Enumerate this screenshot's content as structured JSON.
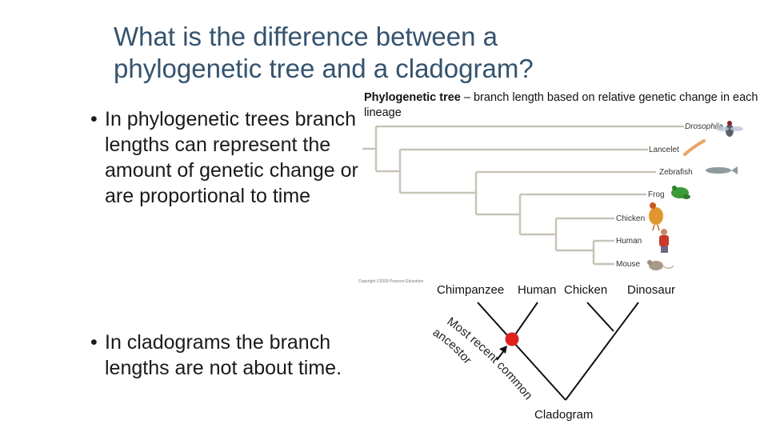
{
  "slide": {
    "title": "What is the difference between a phylogenetic tree and a cladogram?",
    "bullets": [
      "In phylogenetic trees branch lengths can represent the amount of genetic change or are proportional to time",
      "In cladograms the branch lengths are not about time."
    ]
  },
  "phylo_tree": {
    "caption_bold": "Phylogenetic tree",
    "caption_rest": " – branch length based on relative genetic change in each lineage",
    "copyright": "Copyright ©2009 Pearson Education",
    "taxa": [
      "Drosophila",
      "Lancelet",
      "Zebrafish",
      "Frog",
      "Chicken",
      "Human",
      "Mouse"
    ],
    "branch_color": "#c8c4b6"
  },
  "cladogram": {
    "taxa": [
      "Chimpanzee",
      "Human",
      "Chicken",
      "Dinosaur"
    ],
    "annotation_line1": "Most recent common",
    "annotation_line2": "ancestor",
    "caption": "Cladogram",
    "node_color": "#e02020"
  }
}
